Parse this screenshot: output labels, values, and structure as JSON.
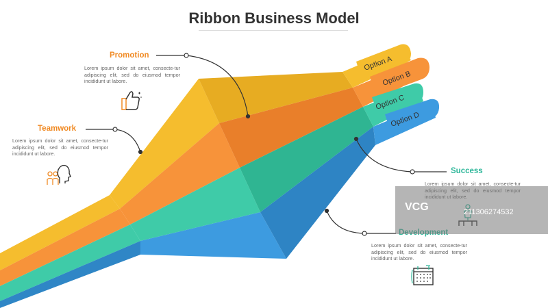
{
  "title": "Ribbon Business Model",
  "colors": {
    "yellow": "#F5BD2E",
    "orange": "#F7933A",
    "teal": "#3FCBA8",
    "blue": "#3D9BE0",
    "promotion": "#F08A24",
    "teamwork": "#F08A24",
    "success": "#2EB79A",
    "development": "#2EB79A"
  },
  "options": [
    {
      "label": "Option A"
    },
    {
      "label": "Option B"
    },
    {
      "label": "Option C"
    },
    {
      "label": "Option D"
    }
  ],
  "callouts": {
    "promotion": {
      "label": "Promotion",
      "text": "Lorem ipsum dolor sit amet, consecte-tur adipiscing elit, sed do eiusmod tempor incididunt ut labore.",
      "icon": "thumbs-up-icon"
    },
    "teamwork": {
      "label": "Teamwork",
      "text": "Lorem ipsum dolor sit amet, consecte-tur adipiscing elit, sed do eiusmod tempor incididunt ut labore.",
      "icon": "team-icon"
    },
    "success": {
      "label": "Success",
      "text": "Lorem ipsum dolor sit amet, consecte-tur adipiscing elit, sed do eiusmod tempor incididunt ut labore.",
      "icon": "trophy-person-icon"
    },
    "development": {
      "label": "Development",
      "text": "Lorem ipsum dolor sit amet, consecte-tur adipiscing elit, sed do eiusmod tempor incididunt ut labore.",
      "icon": "calendar-icon"
    }
  },
  "watermark": {
    "brand": "VCG",
    "id": "211306274532"
  }
}
